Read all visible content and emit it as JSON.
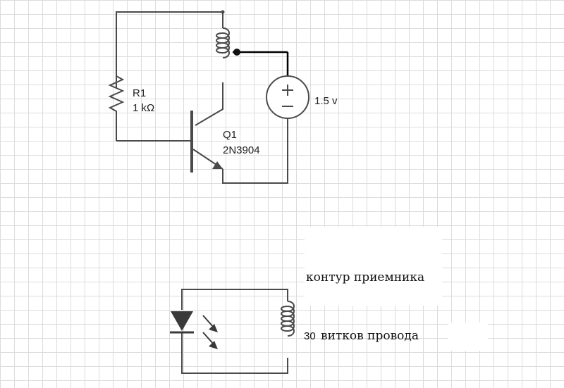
{
  "resistor": {
    "name": "R1",
    "value": "1 kΩ"
  },
  "transistor": {
    "name": "Q1",
    "model": "2N3904"
  },
  "battery": {
    "voltage": "1.5 v"
  },
  "receiver": {
    "title": "контур приемника",
    "turns_number": "30",
    "turns_text": "витков провода"
  },
  "colors": {
    "wire": "#4a4a4a",
    "grid": "#dcdcdc",
    "led": "#3a3a3a"
  }
}
